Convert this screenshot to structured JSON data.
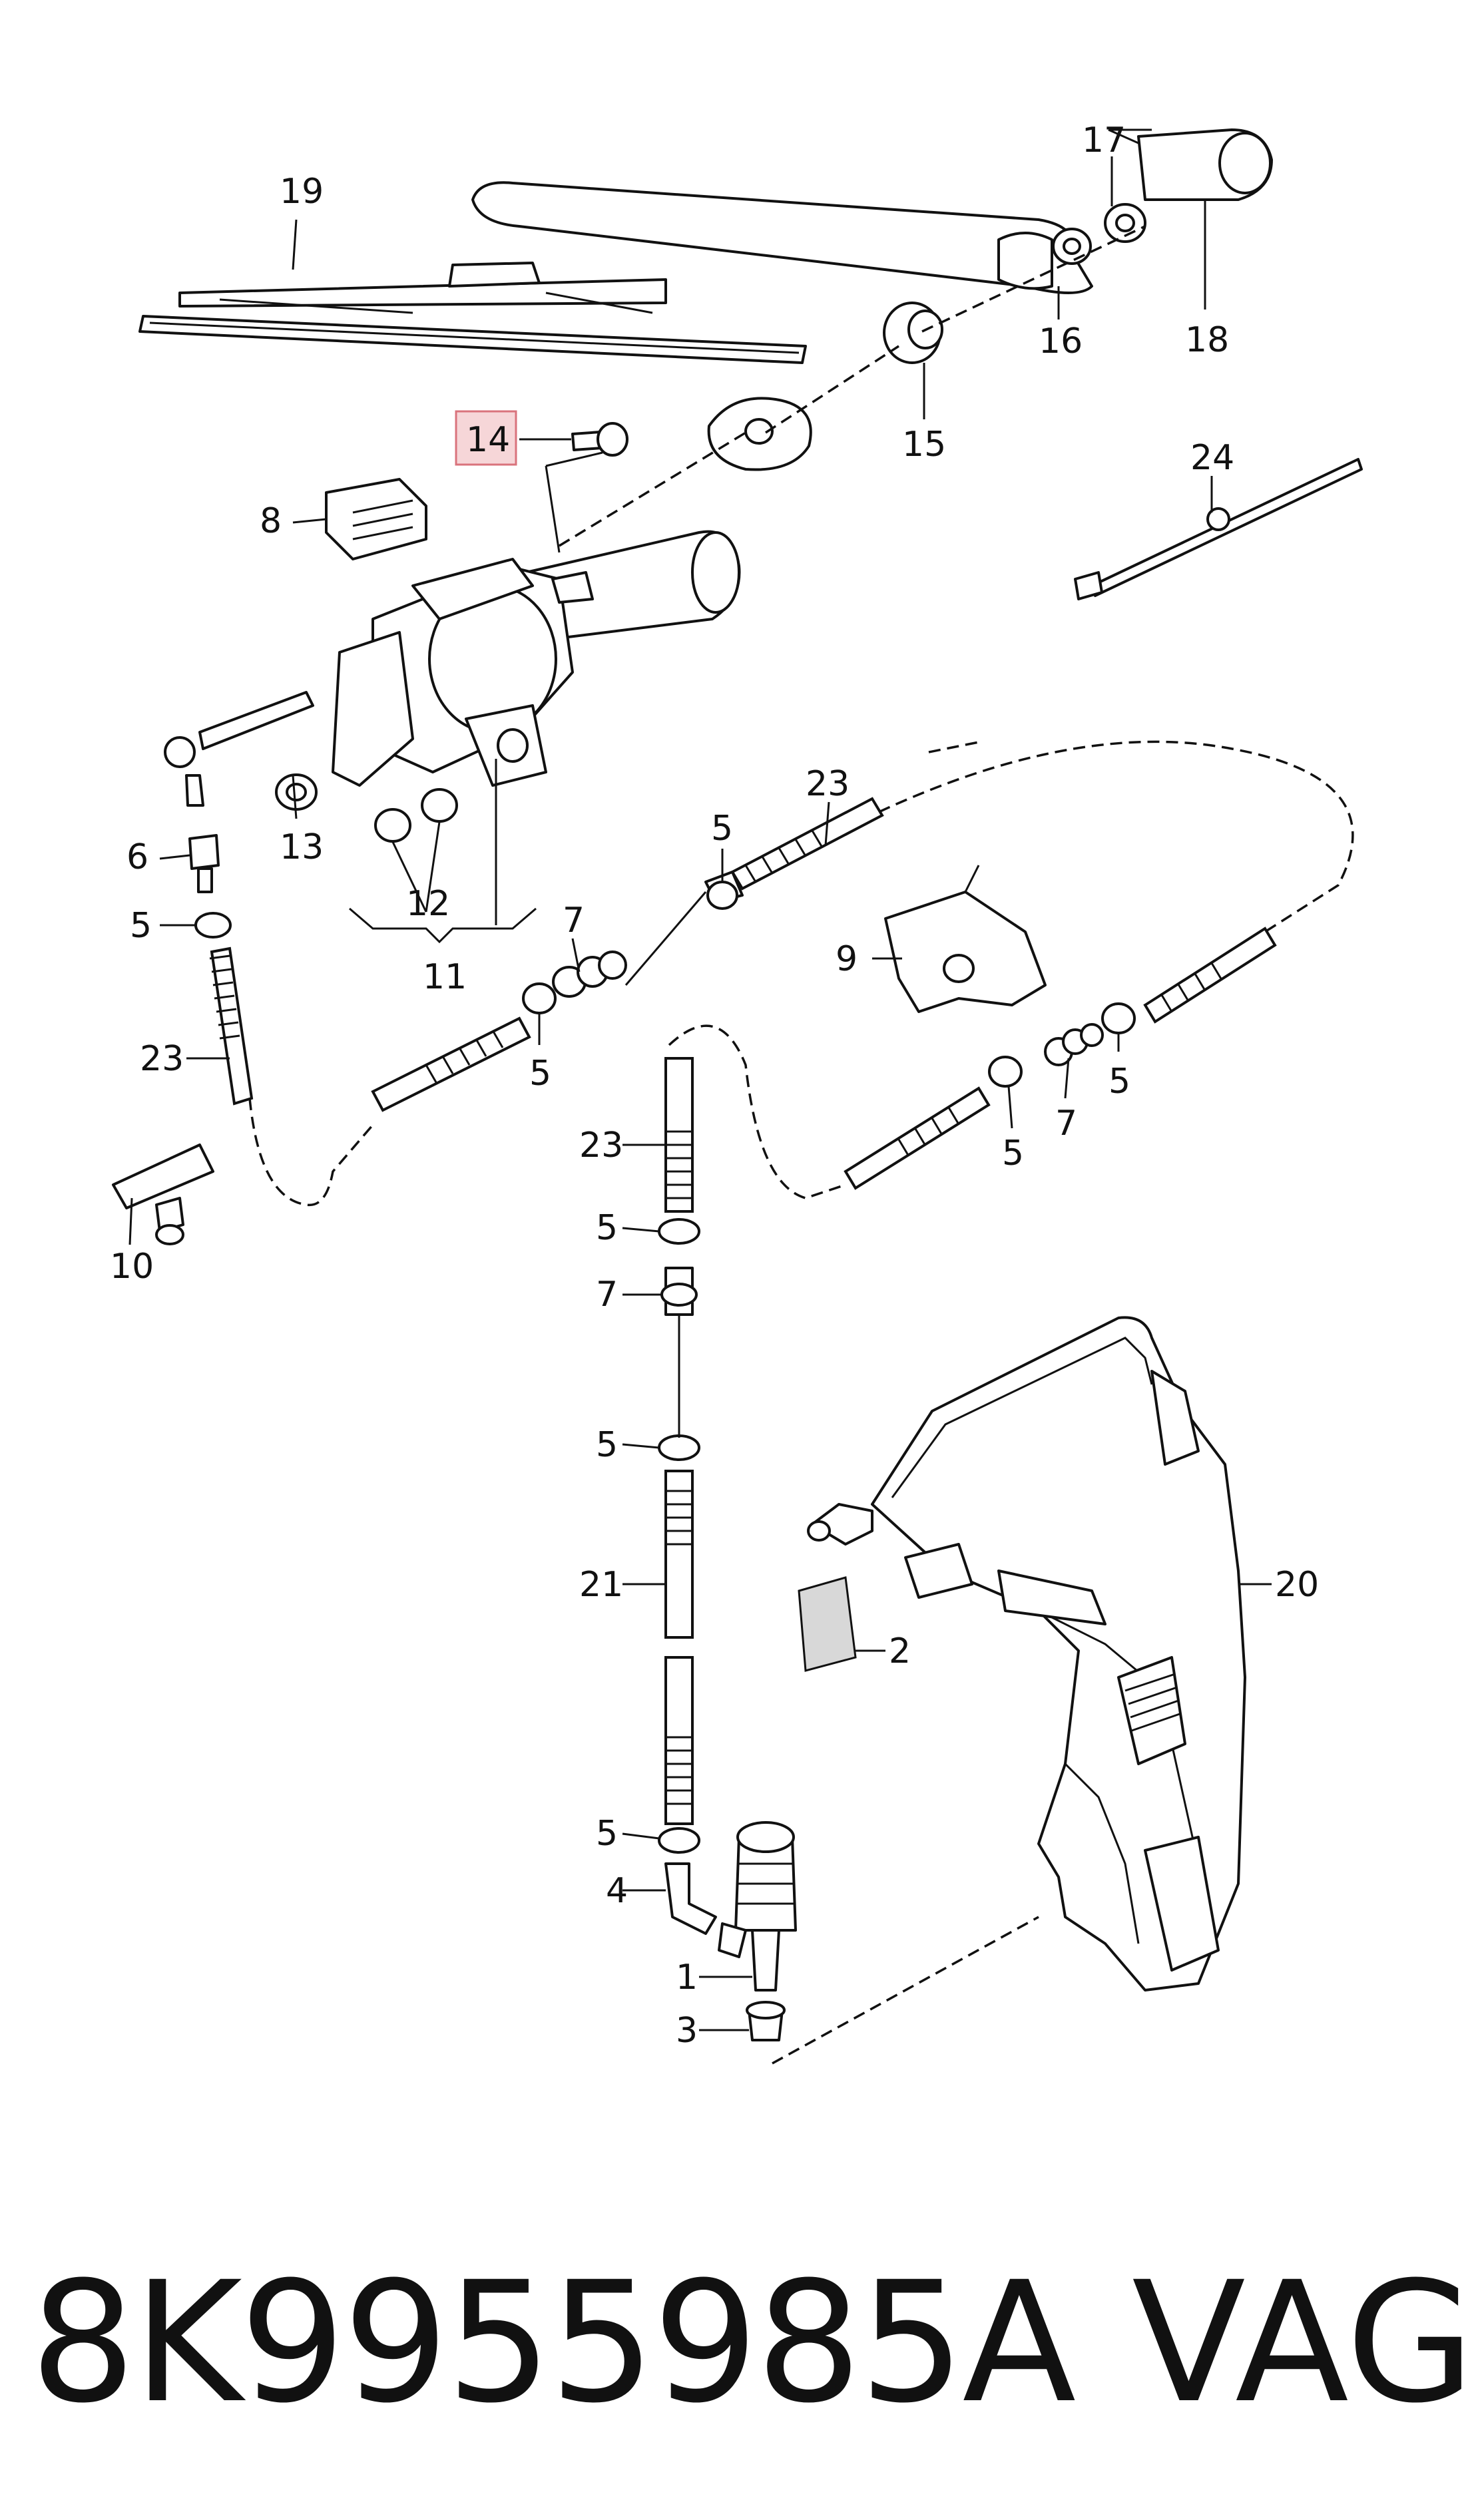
{
  "callouts": {
    "c1": "1",
    "c2": "2",
    "c3": "3",
    "c4": "4",
    "c5a": "5",
    "c5b": "5",
    "c5c": "5",
    "c5d": "5",
    "c5e": "5",
    "c5f": "5",
    "c5g": "5",
    "c5h": "5",
    "c6": "6",
    "c7a": "7",
    "c7b": "7",
    "c7c": "7",
    "c8": "8",
    "c9": "9",
    "c10": "10",
    "c11": "11",
    "c12": "12",
    "c13": "13",
    "c14": "14",
    "c15": "15",
    "c16": "16",
    "c17": "17",
    "c18": "18",
    "c19": "19",
    "c20": "20",
    "c21": "21",
    "c23a": "23",
    "c23b": "23",
    "c23c": "23",
    "c24": "24"
  },
  "highlight_color": "#f6d6d8",
  "footer": {
    "part_number": "8K9955985A",
    "brand": "VAG"
  }
}
